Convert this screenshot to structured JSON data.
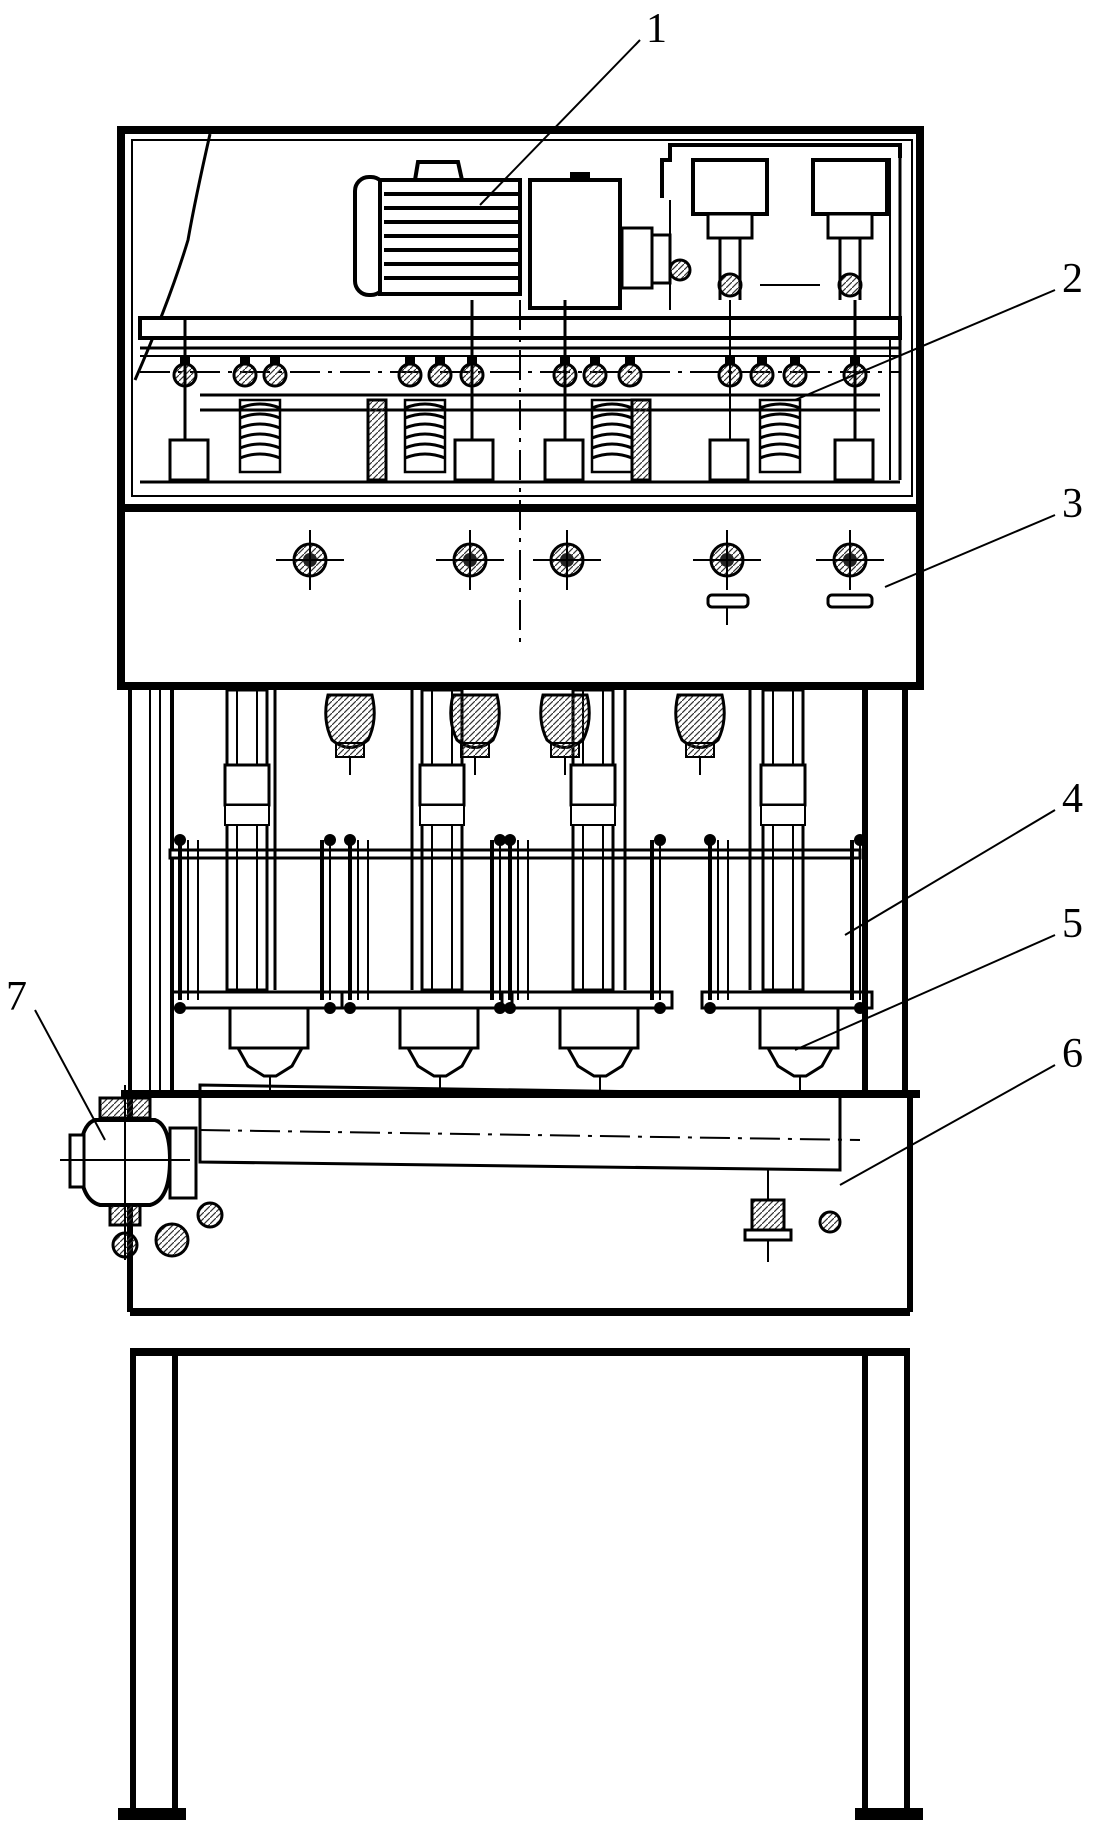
{
  "diagram": {
    "callouts": [
      {
        "id": "1",
        "label": "1"
      },
      {
        "id": "2",
        "label": "2"
      },
      {
        "id": "3",
        "label": "3"
      },
      {
        "id": "4",
        "label": "4"
      },
      {
        "id": "5",
        "label": "5"
      },
      {
        "id": "6",
        "label": "6"
      },
      {
        "id": "7",
        "label": "7"
      }
    ]
  },
  "colors": {
    "ink": "#000000",
    "background": "#ffffff",
    "hatch": "#444444"
  }
}
